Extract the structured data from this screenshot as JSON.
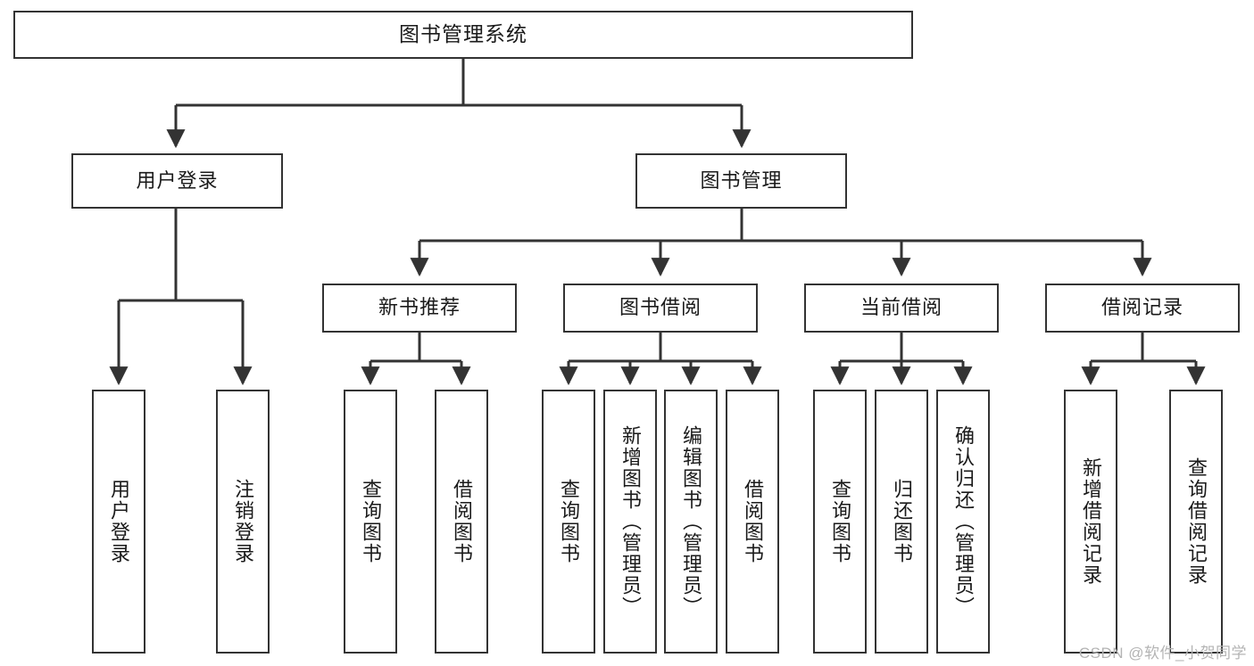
{
  "diagram": {
    "type": "tree-hierarchy",
    "title": "图书管理系统",
    "watermark": "CSDN @软件_小贺同学",
    "colors": {
      "box_border": "#333333",
      "box_fill": "#ffffff",
      "connector": "#333333",
      "text": "#1a1a1a",
      "watermark": "#b4b4b4",
      "background": "#ffffff"
    },
    "nodes": {
      "root": {
        "label": "图书管理系统",
        "level": 0
      },
      "user_login": {
        "label": "用户登录",
        "level": 1
      },
      "book_manage": {
        "label": "图书管理",
        "level": 1
      },
      "new_book_rec": {
        "label": "新书推荐",
        "level": 2
      },
      "book_borrow": {
        "label": "图书借阅",
        "level": 2
      },
      "current_borrow": {
        "label": "当前借阅",
        "level": 2
      },
      "borrow_record": {
        "label": "借阅记录",
        "level": 2
      },
      "leaf_user_login": {
        "label": "用户登录",
        "level": 3
      },
      "leaf_logout": {
        "label": "注销登录",
        "level": 3
      },
      "leaf_query_book_1": {
        "label": "查询图书",
        "level": 3
      },
      "leaf_borrow_book_1": {
        "label": "借阅图书",
        "level": 3
      },
      "leaf_query_book_2": {
        "label": "查询图书",
        "level": 3
      },
      "leaf_add_book": {
        "label": "新增图书（管理员）",
        "level": 3
      },
      "leaf_edit_book": {
        "label": "编辑图书（管理员）",
        "level": 3
      },
      "leaf_borrow_book_2": {
        "label": "借阅图书",
        "level": 3
      },
      "leaf_query_book_3": {
        "label": "查询图书",
        "level": 3
      },
      "leaf_return_book": {
        "label": "归还图书",
        "level": 3
      },
      "leaf_confirm_return": {
        "label": "确认归还（管理员）",
        "level": 3
      },
      "leaf_add_record": {
        "label": "新增借阅记录",
        "level": 3
      },
      "leaf_query_record": {
        "label": "查询借阅记录",
        "level": 3
      }
    },
    "edges": [
      {
        "from": "root",
        "to": "user_login"
      },
      {
        "from": "root",
        "to": "book_manage"
      },
      {
        "from": "user_login",
        "to": "leaf_user_login"
      },
      {
        "from": "user_login",
        "to": "leaf_logout"
      },
      {
        "from": "book_manage",
        "to": "new_book_rec"
      },
      {
        "from": "book_manage",
        "to": "book_borrow"
      },
      {
        "from": "book_manage",
        "to": "current_borrow"
      },
      {
        "from": "book_manage",
        "to": "borrow_record"
      },
      {
        "from": "new_book_rec",
        "to": "leaf_query_book_1"
      },
      {
        "from": "new_book_rec",
        "to": "leaf_borrow_book_1"
      },
      {
        "from": "book_borrow",
        "to": "leaf_query_book_2"
      },
      {
        "from": "book_borrow",
        "to": "leaf_add_book"
      },
      {
        "from": "book_borrow",
        "to": "leaf_edit_book"
      },
      {
        "from": "book_borrow",
        "to": "leaf_borrow_book_2"
      },
      {
        "from": "current_borrow",
        "to": "leaf_query_book_3"
      },
      {
        "from": "current_borrow",
        "to": "leaf_return_book"
      },
      {
        "from": "current_borrow",
        "to": "leaf_confirm_return"
      },
      {
        "from": "borrow_record",
        "to": "leaf_add_record"
      },
      {
        "from": "borrow_record",
        "to": "leaf_query_record"
      }
    ]
  }
}
